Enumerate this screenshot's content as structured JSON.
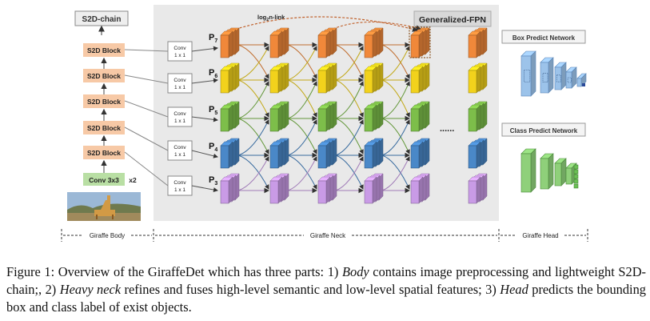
{
  "left_panel": {
    "title": "S2D-chain",
    "blocks": [
      "S2D Block",
      "S2D Block",
      "S2D Block",
      "S2D Block",
      "S2D Block"
    ],
    "conv_block": "Conv 3x3",
    "conv_repeat": "x2"
  },
  "conv1x1": {
    "line1": "Conv",
    "line2": "1 x 1"
  },
  "neck": {
    "title": "Generalized-FPN",
    "link_label": "log",
    "link_label_sub": "2",
    "link_label_rest": "n-link",
    "levels": [
      {
        "main": "P",
        "sub": "7"
      },
      {
        "main": "P",
        "sub": "6"
      },
      {
        "main": "P",
        "sub": "5"
      },
      {
        "main": "P",
        "sub": "4"
      },
      {
        "main": "P",
        "sub": "3"
      }
    ],
    "ellipsis": "......",
    "level_colors": [
      "#f0883a",
      "#f2d21c",
      "#7dbe4a",
      "#4a88c8",
      "#c99be6"
    ]
  },
  "head": {
    "box_title": "Box Predict Network",
    "class_title": "Class Predict Network",
    "box_color": "#9cc3ea",
    "class_color": "#8fd07a"
  },
  "bottom_labels": {
    "body": "Giraffe Body",
    "neck": "Giraffe Neck",
    "head": "Giraffe Head"
  },
  "caption": {
    "p1": "Figure 1: Overview of the GiraffeDet which has three parts: 1) ",
    "body_word": "Body",
    "p2": " contains image preprocessing and lightweight S2D-chain;, 2) ",
    "neck_word": "Heavy neck",
    "p3": " refines and fuses high-level semantic and low-level spatial features; 3) ",
    "head_word": "Head",
    "p4": " predicts the bounding box and class label of exist objects."
  }
}
